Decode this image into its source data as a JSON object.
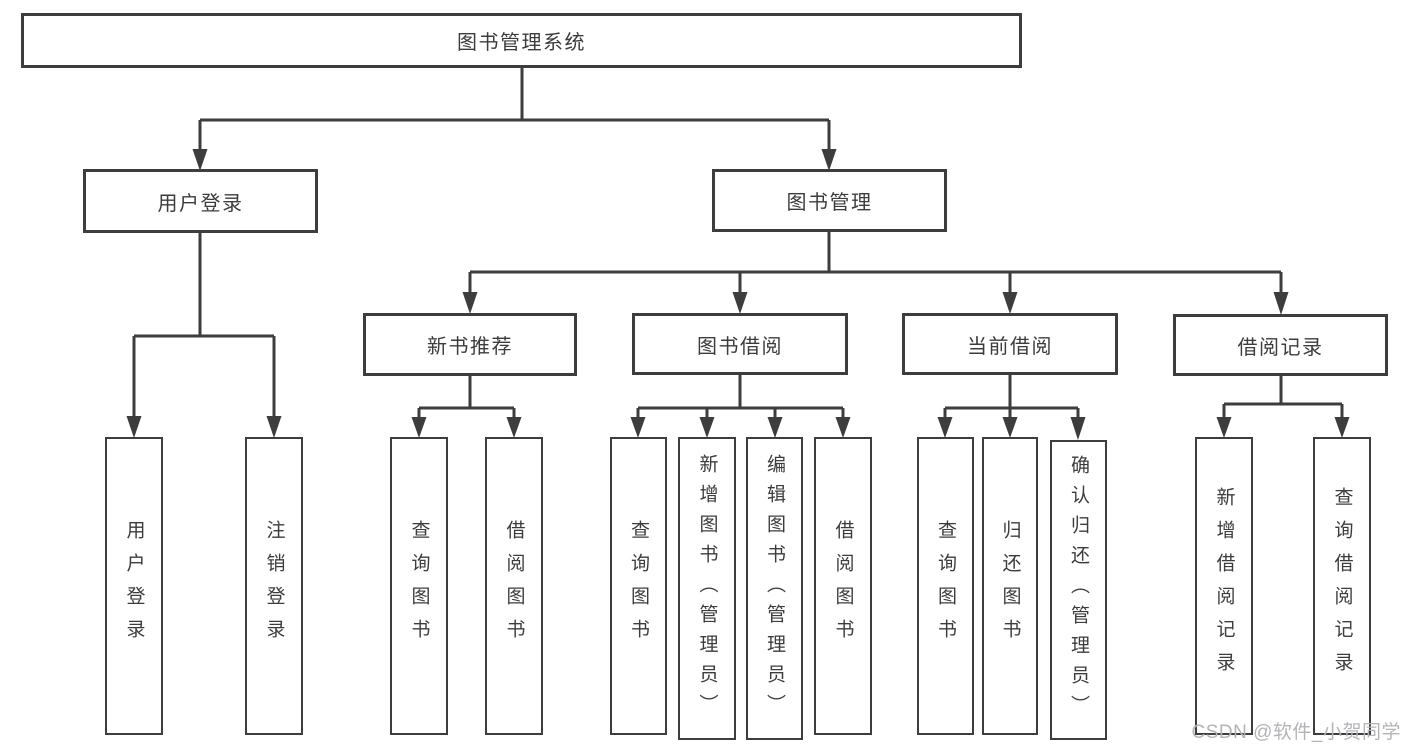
{
  "tree": {
    "root": "图书管理系统",
    "children": [
      {
        "label": "用户登录",
        "leaves": [
          "用户登录",
          "注销登录"
        ]
      },
      {
        "label": "图书管理",
        "children": [
          {
            "label": "新书推荐",
            "leaves": [
              "查询图书",
              "借阅图书"
            ]
          },
          {
            "label": "图书借阅",
            "leaves": [
              "查询图书",
              "新增图书（管理员）",
              "编辑图书（管理员）",
              "借阅图书"
            ]
          },
          {
            "label": "当前借阅",
            "leaves": [
              "查询图书",
              "归还图书",
              "确认归还（管理员）"
            ]
          },
          {
            "label": "借阅记录",
            "leaves": [
              "新增借阅记录",
              "查询借阅记录"
            ]
          }
        ]
      }
    ]
  },
  "watermark": {
    "text": "CSDN @软件_小贺同学"
  },
  "colors": {
    "line": "#3d3d3d",
    "box_border": "#3d3d3d",
    "text": "#3c3c3c",
    "watermark_text": "#b4b4b8",
    "background": "#ffffff"
  }
}
